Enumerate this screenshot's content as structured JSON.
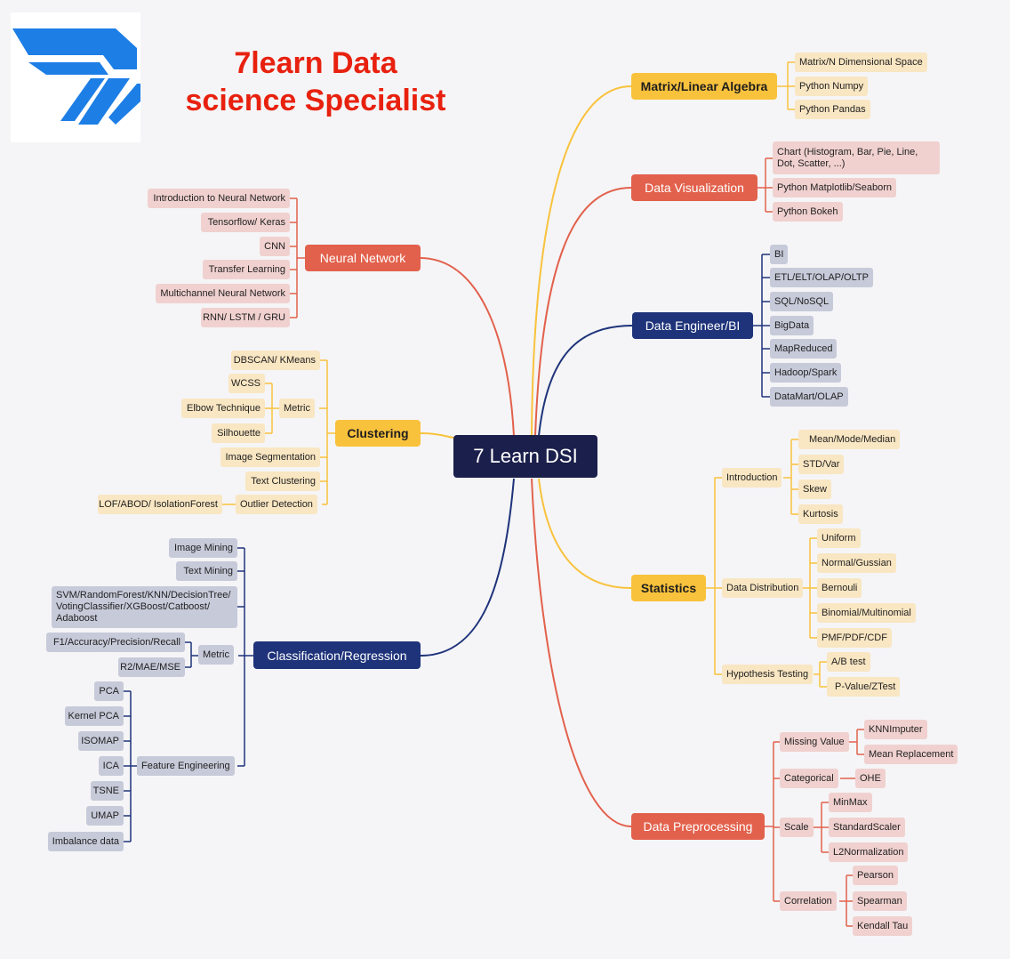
{
  "header": {
    "title_line1": "7learn Data",
    "title_line2": "science Specialist"
  },
  "colors": {
    "red": "#e2614c",
    "navy": "#1e337a",
    "yellow": "#f9c23c",
    "center": "#1b1f4b",
    "title": "#e8210f",
    "logo": "#1d7ee6"
  },
  "center": {
    "label": "7 Learn DSI"
  },
  "branches": {
    "matrix": {
      "label": "Matrix/Linear Algebra",
      "items": [
        "Matrix/N Dimensional Space",
        "Python Numpy",
        "Python Pandas"
      ]
    },
    "visualization": {
      "label": "Data Visualization",
      "items": [
        "Chart (Histogram, Bar, Pie, Line, Dot, Scatter, ...)",
        "Python Matplotlib/Seaborn",
        "Python Bokeh"
      ]
    },
    "engineer": {
      "label": "Data Engineer/BI",
      "items": [
        "BI",
        "ETL/ELT/OLAP/OLTP",
        "SQL/NoSQL",
        "BigData",
        "MapReduced",
        "Hadoop/Spark",
        "DataMart/OLAP"
      ]
    },
    "statistics": {
      "label": "Statistics",
      "introduction": {
        "label": "Introduction",
        "items": [
          "Mean/Mode/Median",
          "STD/Var",
          "Skew",
          "Kurtosis"
        ]
      },
      "distribution": {
        "label": "Data Distribution",
        "items": [
          "Uniform",
          "Normal/Gussian",
          "Bernouli",
          "Binomial/Multinomial",
          "PMF/PDF/CDF"
        ]
      },
      "hypothesis": {
        "label": "Hypothesis Testing",
        "items": [
          "A/B test",
          "P-Value/ZTest"
        ]
      }
    },
    "preprocessing": {
      "label": "Data Preprocessing",
      "missing": {
        "label": "Missing Value",
        "items": [
          "KNNImputer",
          "Mean Replacement"
        ]
      },
      "categorical": {
        "label": "Categorical",
        "items": [
          "OHE"
        ]
      },
      "scale": {
        "label": "Scale",
        "items": [
          "MinMax",
          "StandardScaler",
          "L2Normalization"
        ]
      },
      "correlation": {
        "label": "Correlation",
        "items": [
          "Pearson",
          "Spearman",
          "Kendall Tau"
        ]
      }
    },
    "neural": {
      "label": "Neural Network",
      "items": [
        "Introduction to Neural Network",
        "Tensorflow/ Keras",
        "CNN",
        "Transfer Learning",
        "Multichannel Neural Network",
        "RNN/ LSTM / GRU"
      ]
    },
    "clustering": {
      "label": "Clustering",
      "items_top": [
        "DBSCAN/ KMeans"
      ],
      "metric": {
        "label": "Metric",
        "items": [
          "WCSS",
          "Elbow Technique",
          "Silhouette"
        ]
      },
      "items_bottom": [
        "Image Segmentation",
        "Text Clustering"
      ],
      "outlier": {
        "label": "Outlier Detection",
        "items": [
          "LOF/ABOD/ IsolationForest"
        ]
      }
    },
    "classification": {
      "label": "Classification/Regression",
      "items_top": [
        "Image Mining",
        "Text Mining",
        "SVM/RandomForest/KNN/DecisionTree/ VotingClassifier/XGBoost/Catboost/ Adaboost"
      ],
      "metric": {
        "label": "Metric",
        "items": [
          "F1/Accuracy/Precision/Recall",
          "R2/MAE/MSE"
        ]
      },
      "feature": {
        "label": "Feature Engineering",
        "items": [
          "PCA",
          "Kernel PCA",
          "ISOMAP",
          "ICA",
          "TSNE",
          "UMAP",
          "Imbalance data"
        ]
      }
    }
  }
}
